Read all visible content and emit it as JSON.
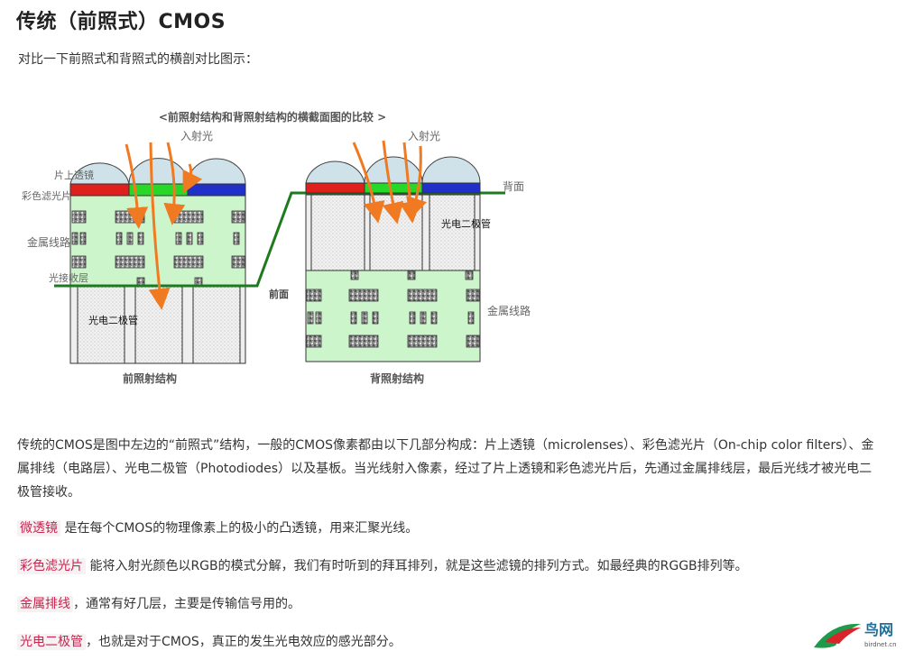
{
  "article": {
    "title": "传统（前照式）CMOS",
    "intro": "对比一下前照式和背照式的横剖对比图示："
  },
  "figure": {
    "caption": "<前照射结构和背照射结构的横截面图的比较 >",
    "left": {
      "incident_light": "入射光",
      "microlens": "片上透镜",
      "color_filter": "彩色滤光片",
      "metal_wiring": "金属线路",
      "light_receiving": "光接收层",
      "photodiode": "光电二极管",
      "caption": "前照射结构"
    },
    "right": {
      "incident_light": "入射光",
      "back_side": "背面",
      "photodiode": "光电二极管",
      "front_side": "前面",
      "metal_wiring": "金属线路",
      "caption": "背照射结构"
    },
    "colors": {
      "red_filter": "#e0201c",
      "green_filter": "#28d828",
      "blue_filter": "#2030c8",
      "wiring_bg": "#ccf5cc",
      "photodiode_bg": "#eeeeee",
      "lens": "#cfe2ea",
      "light_arrow": "#f07a22",
      "interface_line": "#1e7a1e"
    }
  },
  "body": {
    "paragraph": "传统的CMOS是图中左边的“前照式”结构，一般的CMOS像素都由以下几部分构成：片上透镜（microlenses）、彩色滤光片（On-chip color filters）、金属排线（电路层）、光电二极管（Photodiodes）以及基板。当光线射入像素，经过了片上透镜和彩色滤光片后，先通过金属排线层，最后光线才被光电二极管接收。",
    "terms": [
      {
        "term": "微透镜",
        "desc": " 是在每个CMOS的物理像素上的极小的凸透镜，用来汇聚光线。"
      },
      {
        "term": "彩色滤光片",
        "desc": " 能将入射光颜色以RGB的模式分解，我们有时听到的拜耳排列，就是这些滤镜的排列方式。如最经典的RGGB排列等。"
      },
      {
        "term": "金属排线",
        "desc": "，通常有好几层，主要是传输信号用的。"
      },
      {
        "term": "光电二极管",
        "desc": "，也就是对于CMOS，真正的发生光电效应的感光部分。"
      }
    ]
  },
  "watermark": {
    "name": "鸟网",
    "url": "birdnet.cn"
  }
}
